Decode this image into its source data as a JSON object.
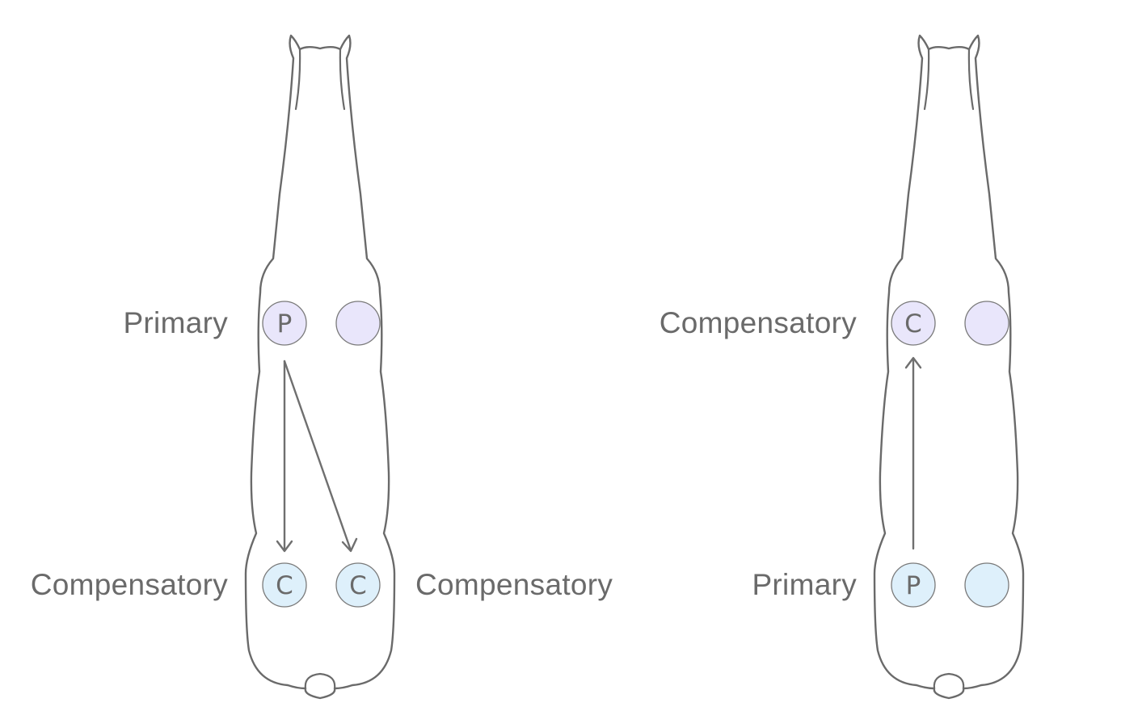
{
  "colors": {
    "outline": "#6a6a6a",
    "text": "#6a6a6a",
    "forelimb_fill": "#e9e6fb",
    "hindlimb_fill": "#def0fb"
  },
  "icons": [
    "horse-topview-outline",
    "limb-circle",
    "arrow"
  ],
  "left_diagram": {
    "fore_left": {
      "letter": "P",
      "label": "Primary"
    },
    "fore_right": {
      "letter": ""
    },
    "hind_left": {
      "letter": "C",
      "label": "Compensatory"
    },
    "hind_right": {
      "letter": "C",
      "label": "Compensatory"
    }
  },
  "right_diagram": {
    "fore_left": {
      "letter": "C",
      "label": "Compensatory"
    },
    "fore_right": {
      "letter": ""
    },
    "hind_left": {
      "letter": "P",
      "label": "Primary"
    },
    "hind_right": {
      "letter": ""
    }
  }
}
